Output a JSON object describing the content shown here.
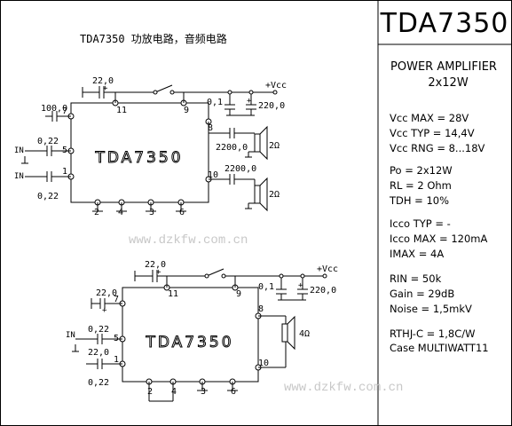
{
  "title": "TDA7350",
  "caption": "TDA7350 功放电路，音频电路",
  "watermark": "www.dzkfw.com.cn",
  "spec": {
    "heading": "POWER AMPLIFIER",
    "power": "2x12W",
    "lines": [
      "Vcc MAX = 28V",
      "Vcc TYP = 14,4V",
      "Vcc RNG = 8...18V",
      "Po = 2x12W",
      "RL = 2 Ohm",
      "TDH = 10%",
      "Icco TYP = -",
      "Icco MAX = 120mA",
      "IMAX =   4A",
      "RIN = 50k",
      "Gain = 29dB",
      "Noise = 1,5mkV",
      "RTHJ-C = 1,8C/W",
      "Case MULTIWATT11"
    ]
  },
  "circuits": [
    {
      "ic_label": "TDA7350",
      "pins": {
        "1": "1",
        "2": "2",
        "3": "3",
        "4": "4",
        "5": "5",
        "6": "6",
        "7": "7",
        "8": "8",
        "9": "9",
        "10": "10",
        "11": "11"
      },
      "parts": {
        "c_boot": "22,0",
        "vcc": "+Vcc",
        "c_vcc1": "0,1",
        "c_vcc2": "220,0",
        "c_out1": "2200,0",
        "c_out2": "2200,0",
        "spk1": "2Ω",
        "spk2": "2Ω",
        "c_in7": "100,0",
        "c_in5": "0,22",
        "c_in1": "0,22",
        "in_label": "IN"
      }
    },
    {
      "ic_label": "TDA7350",
      "pins": {
        "1": "1",
        "2": "2",
        "3": "3",
        "4": "4",
        "5": "5",
        "6": "6",
        "7": "7",
        "8": "8",
        "9": "9",
        "10": "10",
        "11": "11"
      },
      "parts": {
        "c_boot": "22,0",
        "vcc": "+Vcc",
        "c_vcc1": "0,1",
        "c_vcc2": "220,0",
        "spk": "4Ω",
        "c_in7": "22,0",
        "c_in5": "0,22",
        "c_in1a": "22,0",
        "c_in1b": "0,22",
        "in_label": "IN"
      }
    }
  ]
}
